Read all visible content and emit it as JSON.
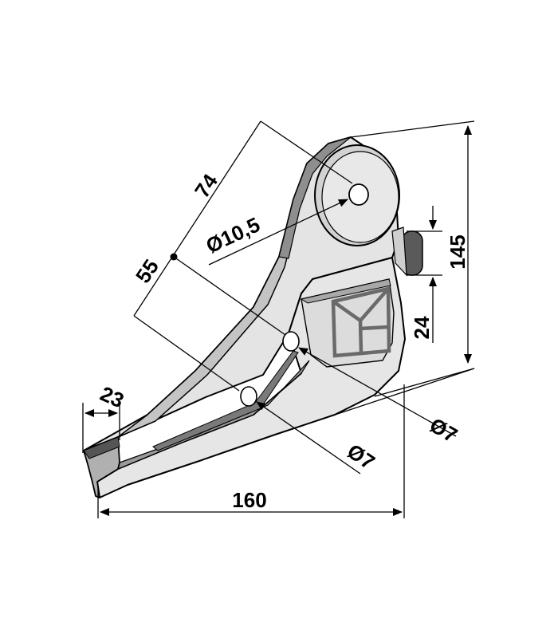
{
  "drawing": {
    "colors": {
      "background": "#ffffff",
      "outline": "#000000",
      "face_light": "#e4e4e4",
      "face_mid": "#c4c4c4",
      "face_dark": "#8e8e8e",
      "slot_dark": "#5a5a5a",
      "logo_gray": "#6a6a6a"
    },
    "dimensions": {
      "length_74": "74",
      "length_55": "55",
      "hole_main": "Ø10,5",
      "width_23": "23",
      "hole_upper": "Ø7",
      "hole_lower": "Ø7",
      "length_160": "160",
      "height_145": "145",
      "offset_24": "24"
    },
    "logo": {
      "icon": "manufacturer-logo-icon"
    }
  }
}
